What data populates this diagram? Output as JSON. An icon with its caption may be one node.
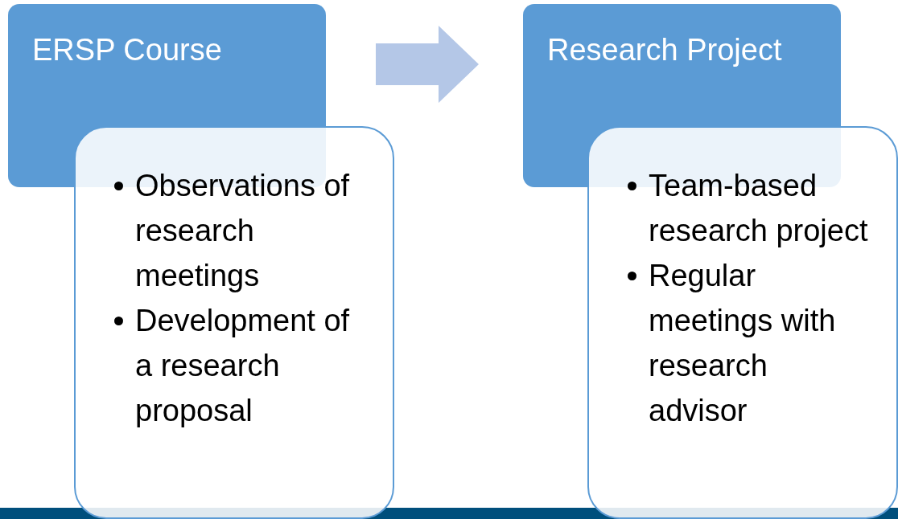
{
  "diagram": {
    "nodes": [
      {
        "text": [
          "ERSP Course"
        ]
      },
      {
        "text": [
          "Observations of research meetings",
          "Development of a research proposal"
        ]
      },
      {
        "text": [
          "Research Project"
        ]
      },
      {
        "text": [
          "Team-based research project",
          "Regular meetings with research advisor"
        ]
      }
    ],
    "edges": [
      {
        "from": 0,
        "to": 2,
        "arrow": "to"
      }
    ]
  }
}
